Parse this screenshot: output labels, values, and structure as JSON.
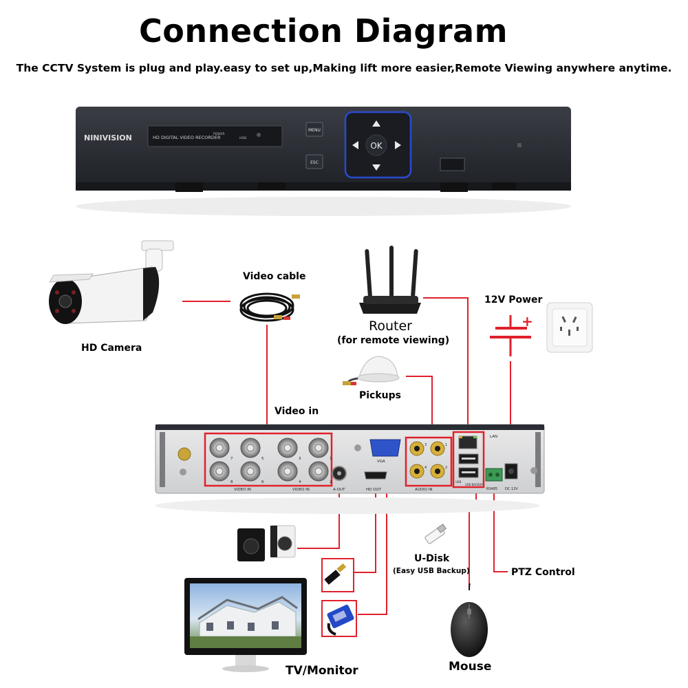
{
  "header": {
    "title": "Connection Diagram",
    "subtitle": "The CCTV System is plug and play.easy to set up,Making lift more easier,Remote Viewing anywhere anytime."
  },
  "dvr_front": {
    "brand": "NINIVISION",
    "model_text": "HD DIGITAL VIDEO RECORDER",
    "power_text": "POWER",
    "hdd_text": "HDD",
    "menu_label": "MENU",
    "esc_label": "ESC",
    "ok_label": "OK"
  },
  "devices": {
    "camera": "HD Camera",
    "video_cable": "Video cable",
    "router": "Router",
    "router_note": "(for remote viewing)",
    "power": "12V Power",
    "pickups": "Pickups",
    "video_in": "Video in",
    "udisk": "U-Disk",
    "udisk_note": "(Easy USB Backup)",
    "ptz": "PTZ Control",
    "tv": "TV/Monitor",
    "mouse": "Mouse"
  },
  "dvr_back": {
    "video_in_label": "VIDEO IN",
    "aout": "A-OUT",
    "vga": "VGA",
    "hdout": "HD OUT",
    "audio_in": "AUDIO IN",
    "usb": "USB",
    "usb_backup": "USB BACKUP",
    "rs485": "RS485",
    "dc12v": "DC 12V",
    "lan": "LAN",
    "bnc_numbers": [
      "7",
      "5",
      "3",
      "1",
      "8",
      "6",
      "4",
      "2"
    ],
    "audio_numbers": [
      "3",
      "1",
      "4",
      "2"
    ]
  },
  "colors": {
    "wire": "#e0202a",
    "dvr_body": "#2a2d33",
    "accent_blue": "#1f3fbf"
  }
}
